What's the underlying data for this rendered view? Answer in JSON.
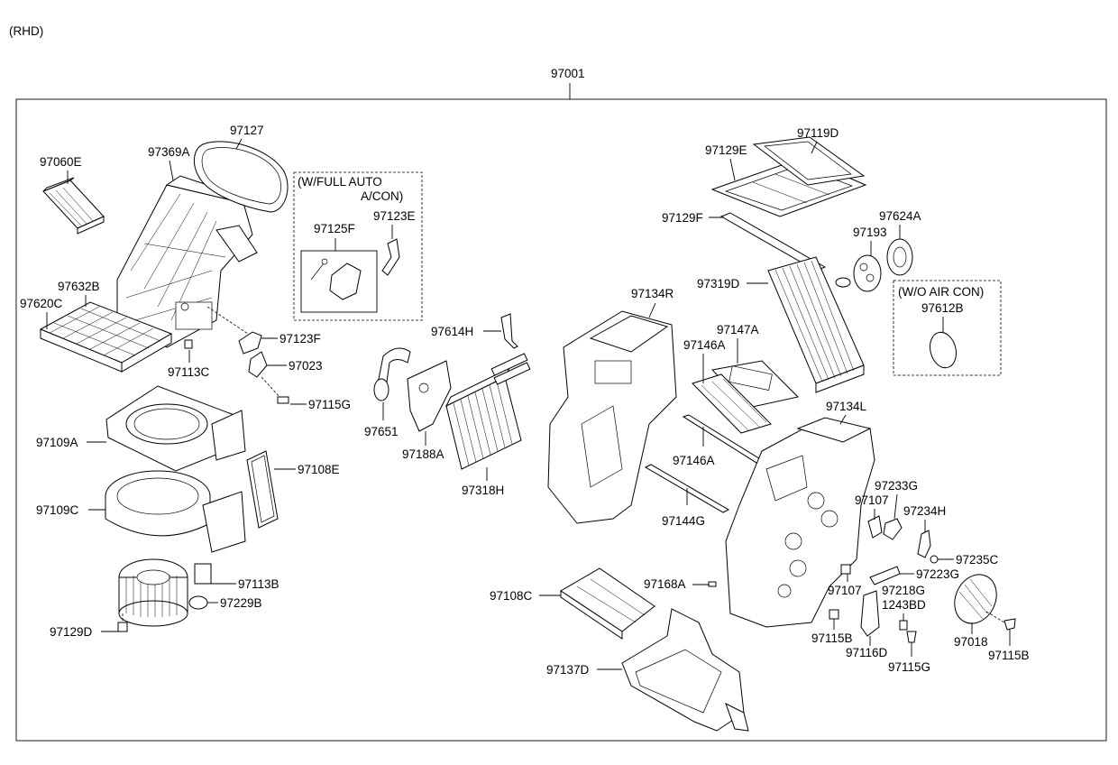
{
  "variant": "(RHD)",
  "assembly": "97001",
  "groups": {
    "full_auto_line1": "(W/FULL AUTO",
    "full_auto_line2": "A/CON)",
    "wo_aircon": "(W/O AIR CON)"
  },
  "parts": {
    "p97060E": "97060E",
    "p97369A": "97369A",
    "p97127": "97127",
    "p97125F": "97125F",
    "p97123E": "97123E",
    "p97632B": "97632B",
    "p97620C": "97620C",
    "p97123F": "97123F",
    "p97113C": "97113C",
    "p97023": "97023",
    "p97115G_a": "97115G",
    "p97109A": "97109A",
    "p97108E": "97108E",
    "p97109C": "97109C",
    "p97113B": "97113B",
    "p97229B": "97229B",
    "p97129D": "97129D",
    "p97614H": "97614H",
    "p97651": "97651",
    "p97188A": "97188A",
    "p97318H": "97318H",
    "p97134R": "97134R",
    "p97129E": "97129E",
    "p97119D": "97119D",
    "p97129F": "97129F",
    "p97193": "97193",
    "p97624A": "97624A",
    "p97319D": "97319D",
    "p97612B": "97612B",
    "p97147A": "97147A",
    "p97146A_a": "97146A",
    "p97146A_b": "97146A",
    "p97144G": "97144G",
    "p97134L": "97134L",
    "p97233G": "97233G",
    "p97107_a": "97107",
    "p97234H": "97234H",
    "p97235C": "97235C",
    "p97223G": "97223G",
    "p97107_b": "97107",
    "p97218G": "97218G",
    "p1243BD": "1243BD",
    "p97168A": "97168A",
    "p97108C": "97108C",
    "p97115B_a": "97115B",
    "p97116D": "97116D",
    "p97115G_b": "97115G",
    "p97018": "97018",
    "p97115B_b": "97115B",
    "p97137D": "97137D"
  }
}
